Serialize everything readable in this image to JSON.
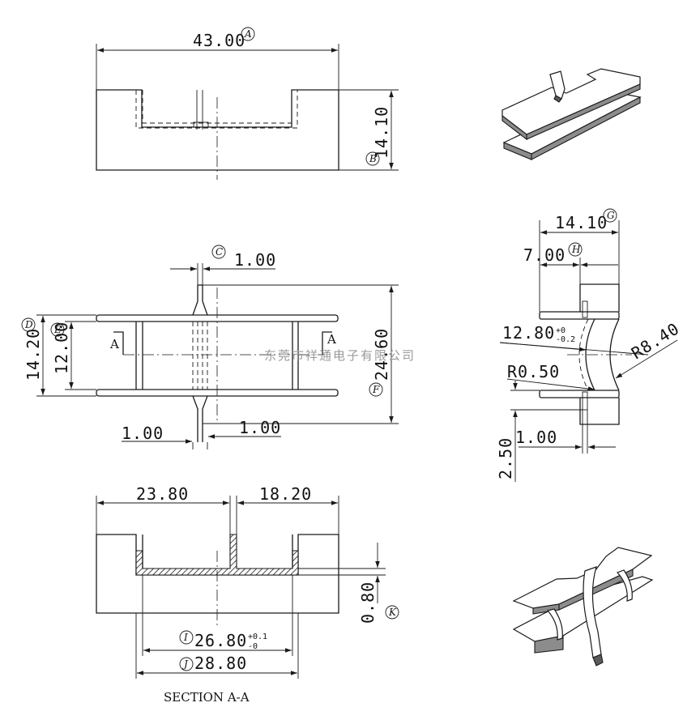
{
  "dimensions": {
    "overall_length": "43.00",
    "height": "14.10",
    "pin_width": "1.00",
    "outer_width": "14.20",
    "inner_width": "12.00",
    "total_span": "24.60",
    "pin_gap_left": "1.00",
    "pin_gap_right": "1.00",
    "side_width": "14.10",
    "half_width": "7.00",
    "inner_arc": "12.80",
    "inner_arc_tol_upper": "+0",
    "inner_arc_tol_lower": "-0.2",
    "outer_radius": "R8.40",
    "fillet_radius": "R0.50",
    "pin_offset": "2.50",
    "pin_thickness": "1.00",
    "left_section": "23.80",
    "right_section": "18.20",
    "wall_thickness": "0.80",
    "inner_length": "26.80",
    "inner_length_tol_upper": "+0.1",
    "inner_length_tol_lower": "-0",
    "outer_length": "28.80"
  },
  "callouts": {
    "a": "A",
    "b": "B",
    "c": "C",
    "d": "D",
    "e": "E",
    "f": "F",
    "g": "G",
    "h": "H",
    "i": "I",
    "j": "J",
    "k": "K"
  },
  "section_marks": {
    "left": "A",
    "right": "A"
  },
  "section_title": "SECTION A-A",
  "watermark": "东莞市祥通电子有限公司"
}
